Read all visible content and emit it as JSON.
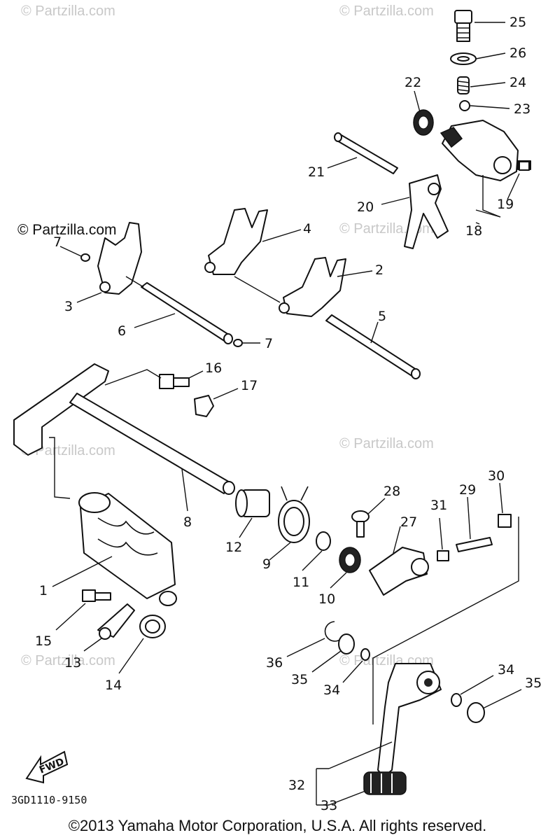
{
  "watermark": "© Partzilla.com",
  "drawing_code": "3GD1110-9150",
  "fwd_label": "FWD",
  "copyright": "©2013 Yamaha Motor Corporation, U.S.A. All rights reserved.",
  "callouts": {
    "c1": "1",
    "c2": "2",
    "c3": "3",
    "c4": "4",
    "c5": "5",
    "c6": "6",
    "c7a": "7",
    "c7b": "7",
    "c8": "8",
    "c9": "9",
    "c10": "10",
    "c11": "11",
    "c12": "12",
    "c13": "13",
    "c14": "14",
    "c15": "15",
    "c16": "16",
    "c17": "17",
    "c18": "18",
    "c19": "19",
    "c20": "20",
    "c21": "21",
    "c22": "22",
    "c23": "23",
    "c24": "24",
    "c25": "25",
    "c26": "26",
    "c27": "27",
    "c28": "28",
    "c29": "29",
    "c30": "30",
    "c31": "31",
    "c32": "32",
    "c33": "33",
    "c34a": "34",
    "c34b": "34",
    "c35a": "35",
    "c35b": "35",
    "c36": "36"
  }
}
